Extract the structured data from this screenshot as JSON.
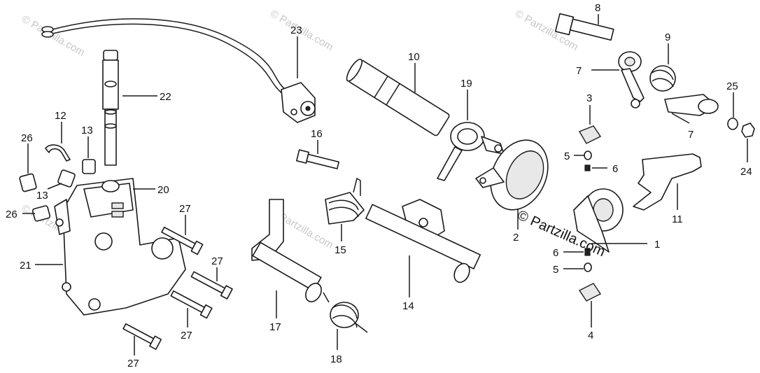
{
  "watermark": "© Partzilla.com",
  "copyright": "© Partzilla.com",
  "callouts": {
    "p1": "1",
    "p2": "2",
    "p3": "3",
    "p4": "4",
    "p5a": "5",
    "p5b": "5",
    "p6a": "6",
    "p6b": "6",
    "p7a": "7",
    "p7b": "7",
    "p8": "8",
    "p9": "9",
    "p10": "10",
    "p11": "11",
    "p12": "12",
    "p13a": "13",
    "p13b": "13",
    "p14": "14",
    "p15": "15",
    "p16": "16",
    "p17": "17",
    "p18": "18",
    "p19": "19",
    "p20": "20",
    "p21": "21",
    "p22": "22",
    "p23": "23",
    "p24": "24",
    "p25": "25",
    "p26a": "26",
    "p26b": "26",
    "p27a": "27",
    "p27b": "27",
    "p27c": "27",
    "p27d": "27"
  }
}
